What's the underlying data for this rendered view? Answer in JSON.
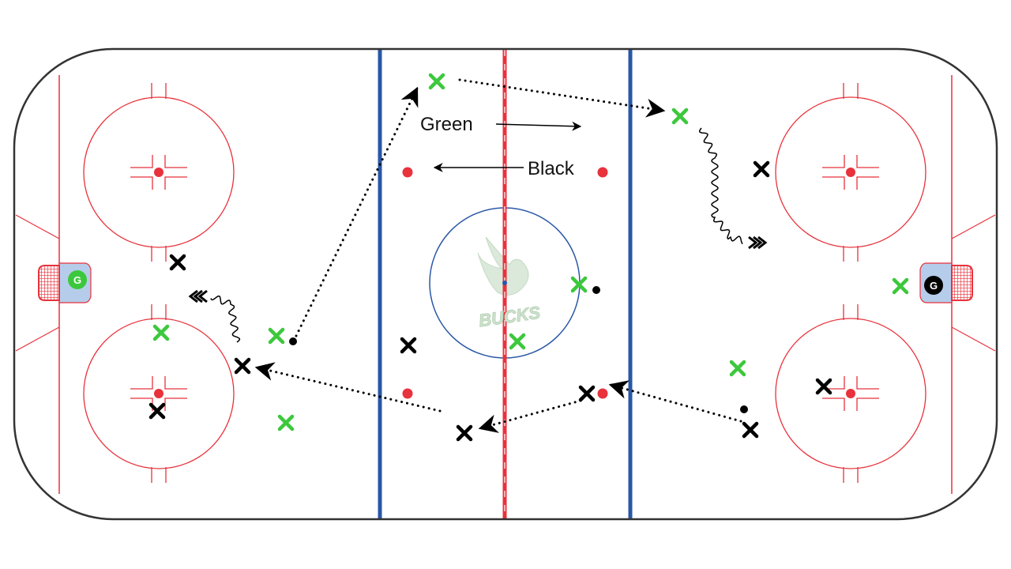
{
  "diagram": {
    "type": "hockey-rink-drill",
    "labels": {
      "green_direction": "Green",
      "black_direction": "Black"
    },
    "goalies": {
      "left": "G",
      "right": "G"
    },
    "logo_text": "BUCKS",
    "teams": [
      {
        "name": "Green",
        "color": "#3cc83c",
        "attacks": "right"
      },
      {
        "name": "Black",
        "color": "#000000",
        "attacks": "left"
      }
    ],
    "colors": {
      "red_line": "#e8323c",
      "blue_line": "#2a57a6",
      "crease": "#b5cdea",
      "board": "#333333"
    }
  }
}
